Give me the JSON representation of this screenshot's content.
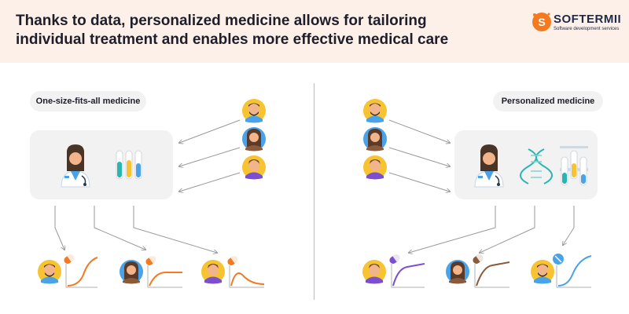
{
  "header": {
    "title": "Thanks to data, personalized medicine allows for tailoring individual treatment and enables more effective medical care"
  },
  "logo": {
    "name": "SOFTERMII",
    "tagline": "Software development services",
    "mark": "S"
  },
  "left": {
    "label": "One-size-fits-all medicine"
  },
  "right": {
    "label": "Personalized medicine"
  },
  "colors": {
    "header_bg": "#fdf0e8",
    "accent_orange": "#f47a20",
    "purple": "#7c4fd1",
    "brown": "#8a5a3b",
    "blue": "#4aa3e8",
    "yellow": "#f7c331",
    "teal": "#2bb5b0"
  }
}
